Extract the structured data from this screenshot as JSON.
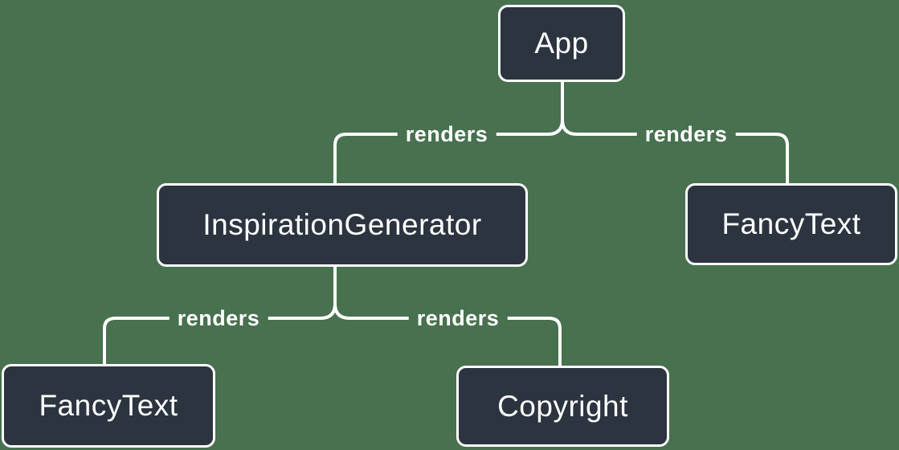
{
  "diagram_type": "component-render-tree",
  "nodes": {
    "app": {
      "label": "App"
    },
    "inspiration_generator": {
      "label": "InspirationGenerator"
    },
    "fancy_text_right": {
      "label": "FancyText"
    },
    "fancy_text_left": {
      "label": "FancyText"
    },
    "copyright": {
      "label": "Copyright"
    }
  },
  "edges": {
    "app_to_inspiration_generator": {
      "label": "renders"
    },
    "app_to_fancy_text": {
      "label": "renders"
    },
    "inspiration_generator_to_fancy_text": {
      "label": "renders"
    },
    "inspiration_generator_to_copyright": {
      "label": "renders"
    }
  },
  "colors": {
    "background": "#48714F",
    "node_fill": "#2C3440",
    "stroke": "#FFFFFF",
    "text": "#FFFFFF"
  }
}
